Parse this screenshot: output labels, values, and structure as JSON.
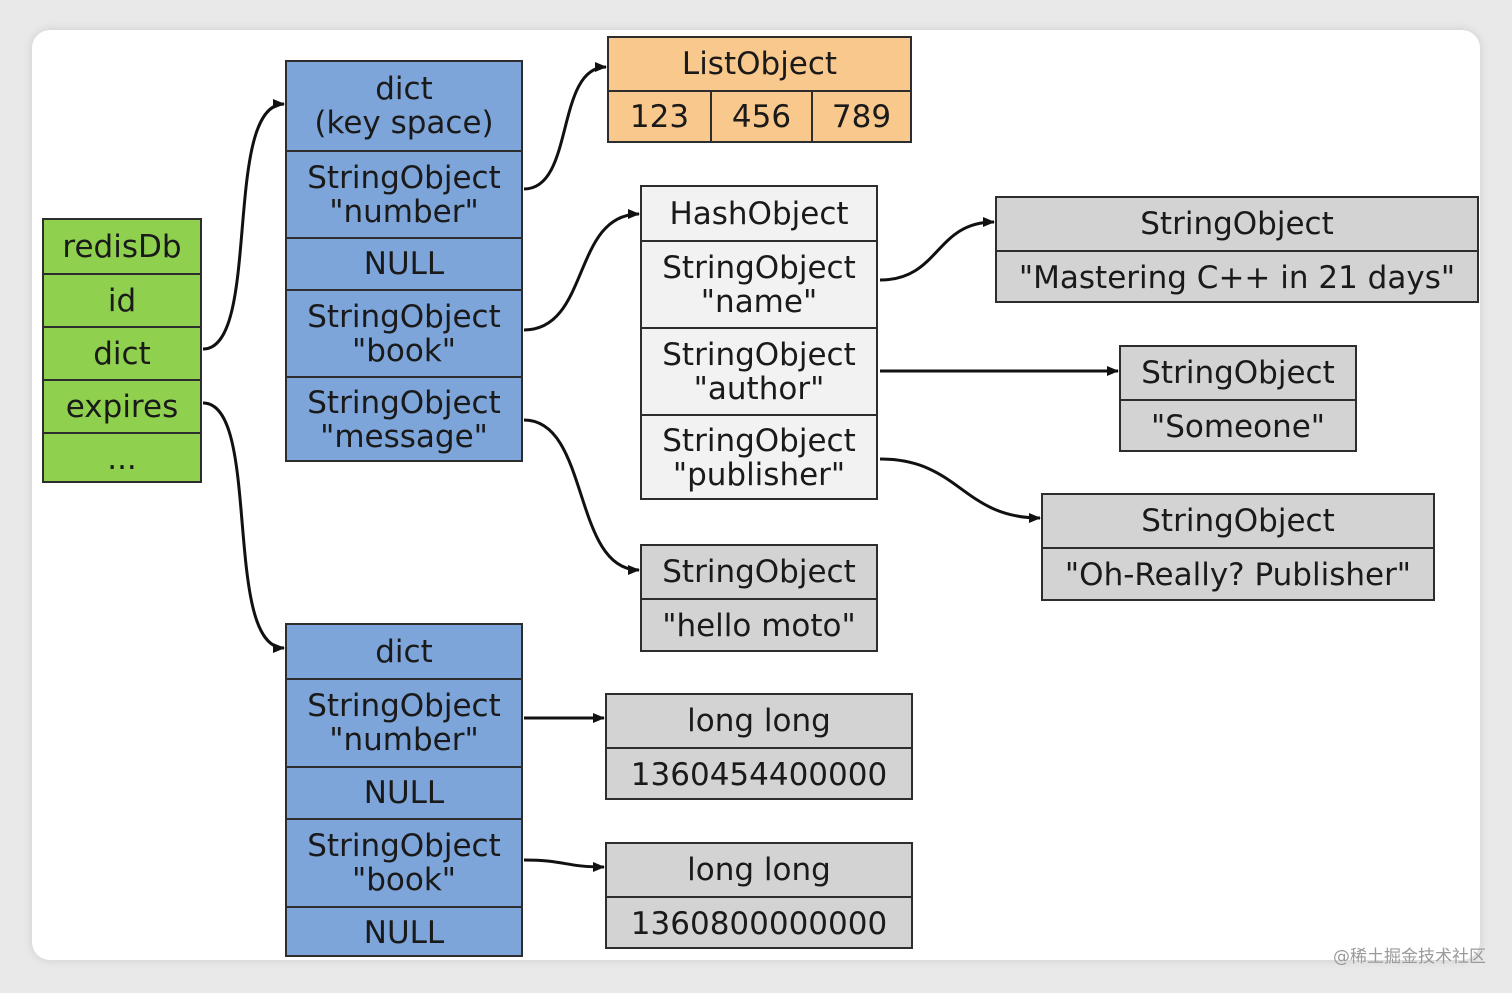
{
  "redisDb": {
    "rows": [
      "redisDb",
      "id",
      "dict",
      "expires",
      "..."
    ],
    "color": "#8fd14f"
  },
  "keyspace": {
    "header_line1": "dict",
    "header_line2": "(key space)",
    "rows": [
      {
        "line1": "StringObject",
        "line2": "\"number\""
      },
      {
        "line1": "NULL"
      },
      {
        "line1": "StringObject",
        "line2": "\"book\""
      },
      {
        "line1": "StringObject",
        "line2": "\"message\""
      }
    ],
    "color": "#7da5da"
  },
  "expires_dict": {
    "header": "dict",
    "rows": [
      {
        "line1": "StringObject",
        "line2": "\"number\""
      },
      {
        "line1": "NULL"
      },
      {
        "line1": "StringObject",
        "line2": "\"book\""
      },
      {
        "line1": "NULL"
      }
    ],
    "color": "#7da5da"
  },
  "list_object": {
    "title": "ListObject",
    "items": [
      "123",
      "456",
      "789"
    ],
    "color": "#f9c88c"
  },
  "hash_object": {
    "title": "HashObject",
    "rows": [
      {
        "line1": "StringObject",
        "line2": "\"name\""
      },
      {
        "line1": "StringObject",
        "line2": "\"author\""
      },
      {
        "line1": "StringObject",
        "line2": "\"publisher\""
      }
    ],
    "color": "#f2f2f2"
  },
  "string_name": {
    "title": "StringObject",
    "value": "\"Mastering C++ in 21 days\""
  },
  "string_author": {
    "title": "StringObject",
    "value": "\"Someone\""
  },
  "string_publisher": {
    "title": "StringObject",
    "value": "\"Oh-Really? Publisher\""
  },
  "string_message": {
    "title": "StringObject",
    "value": "\"hello moto\""
  },
  "long_number": {
    "title": "long long",
    "value": "1360454400000"
  },
  "long_book": {
    "title": "long long",
    "value": "1360800000000"
  },
  "watermark": "@稀土掘金技术社区"
}
